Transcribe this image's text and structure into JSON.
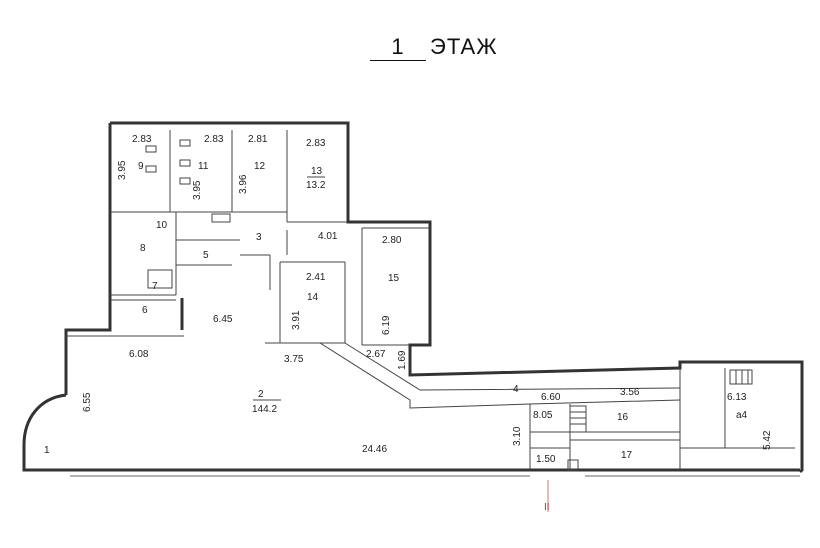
{
  "title": {
    "number": "1",
    "word": "ЭТАЖ"
  },
  "section_mark": "II",
  "labels": {
    "r9": "9",
    "r11": "11",
    "r12": "12",
    "r13": "13",
    "r13_area": "13.2",
    "r10": "10",
    "r8": "8",
    "r5": "5",
    "r3": "3",
    "r6": "6",
    "r7": "7",
    "r14": "14",
    "r15": "15",
    "r2": "2",
    "r2_area": "144.2",
    "r1": "1",
    "r4": "4",
    "r16": "16",
    "r17": "17",
    "ra4": "a4",
    "d_2_83_a": "2.83",
    "d_2_83_b": "2.83",
    "d_2_81": "2.81",
    "d_2_83_c": "2.83",
    "d_3_95_a": "3.95",
    "d_3_95_b": "3.95",
    "d_3_96": "3.96",
    "d_4_01": "4.01",
    "d_2_80": "2.80",
    "d_2_41": "2.41",
    "d_3_91": "3.91",
    "d_6_19": "6.19",
    "d_6_45": "6.45",
    "d_6_08": "6.08",
    "d_3_75": "3.75",
    "d_2_67": "2.67",
    "d_1_69": "1.69",
    "d_6_55": "6.55",
    "d_6_60": "6.60",
    "d_3_56": "3.56",
    "d_8_05": "8.05",
    "d_6_13": "6.13",
    "d_5_42": "5.42",
    "d_3_10": "3.10",
    "d_1_50": "1.50",
    "d_24_46": "24.46"
  }
}
